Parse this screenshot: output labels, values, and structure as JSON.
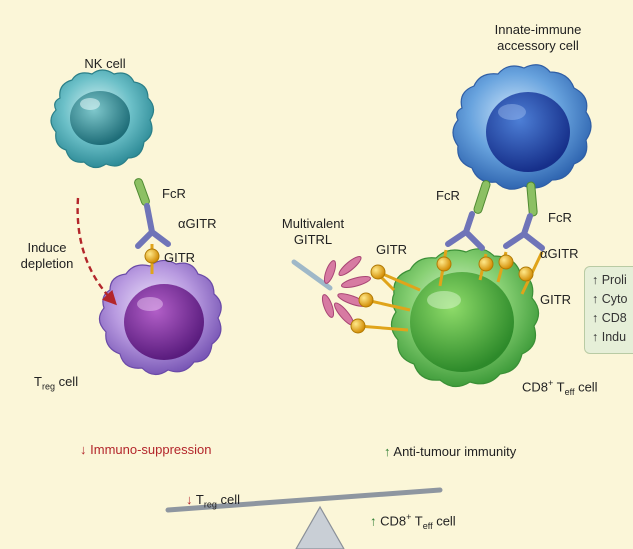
{
  "labels": {
    "nk_cell": "NK cell",
    "innate_cell_line1": "Innate-immune",
    "innate_cell_line2": "accessory cell",
    "fcr_left": "FcR",
    "agitr_left": "αGITR",
    "gitr_left": "GITR",
    "induce_line1": "Induce",
    "induce_line2": "depletion",
    "treg_main": "T",
    "treg_sub": "reg",
    "treg_suffix": " cell",
    "multivalent_line1": "Multivalent",
    "multivalent_line2": "GITRL",
    "gitr_right_a": "GITR",
    "fcr_right_a": "FcR",
    "fcr_right_b": "FcR",
    "agitr_right": "αGITR",
    "gitr_right_b": "GITR",
    "cd8_main": "CD8",
    "cd8_sup": "+",
    "teff_main": " T",
    "teff_sub": "eff",
    "cd8_suffix": " cell"
  },
  "outcomes": {
    "left_arrow": "↓",
    "left_text": "Immuno-suppression",
    "right_arrow": "↑",
    "right_text": "Anti-tumour immunity"
  },
  "balance": {
    "left_arrow": "↓",
    "left_main": "T",
    "left_sub": "reg",
    "left_suffix": " cell",
    "right_arrow": "↑",
    "right_main": "CD8",
    "right_sup": "+",
    "right_t": " T",
    "right_sub": "eff",
    "right_suffix": " cell"
  },
  "effects_box": {
    "items": [
      "↑ Proli",
      "↑ Cyto",
      "↑ CD8",
      "↑ Indu"
    ]
  },
  "colors": {
    "background": "#fbf6d8",
    "nk_cell": "#5fb6bf",
    "innate_cell": "#3e76c8",
    "treg_cell": "#8a55b8",
    "cd8_cell": "#5cbf4e",
    "antibody": "#6f74b8",
    "gitr_ball": "#f2b21e",
    "fcr": "#7fb25c",
    "gitrl": "#c45a8a",
    "down_arrow": "#b3262b",
    "up_arrow": "#2e7d32"
  }
}
